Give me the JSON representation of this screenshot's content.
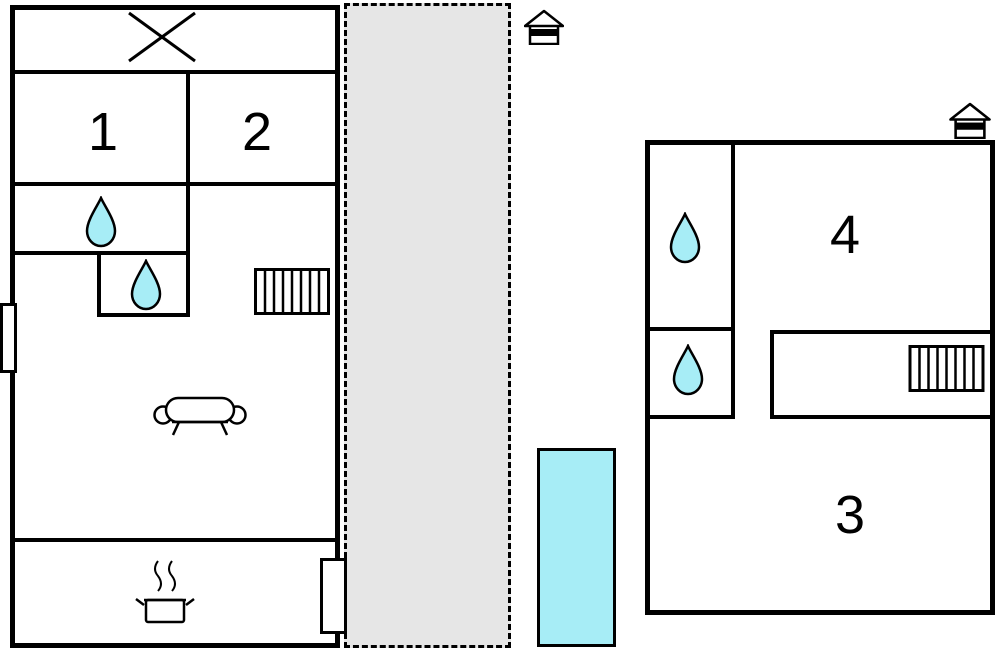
{
  "plan": {
    "rooms": {
      "r1": "1",
      "r2": "2",
      "r3": "3",
      "r4": "4"
    },
    "colors": {
      "wall": "#000000",
      "terrace_fill": "#e6e6e6",
      "water_fill": "#a7edf6",
      "background": "#ffffff"
    },
    "icons": {
      "cross": "x-mark",
      "water_drop": "teardrop",
      "radiator": "hatched-rectangle",
      "sofa": "sofa-front-view",
      "stove": "pot-with-steam",
      "house": "house-marker",
      "pool": "water-basin",
      "window": "wall-opening",
      "door": "wall-opening"
    }
  }
}
